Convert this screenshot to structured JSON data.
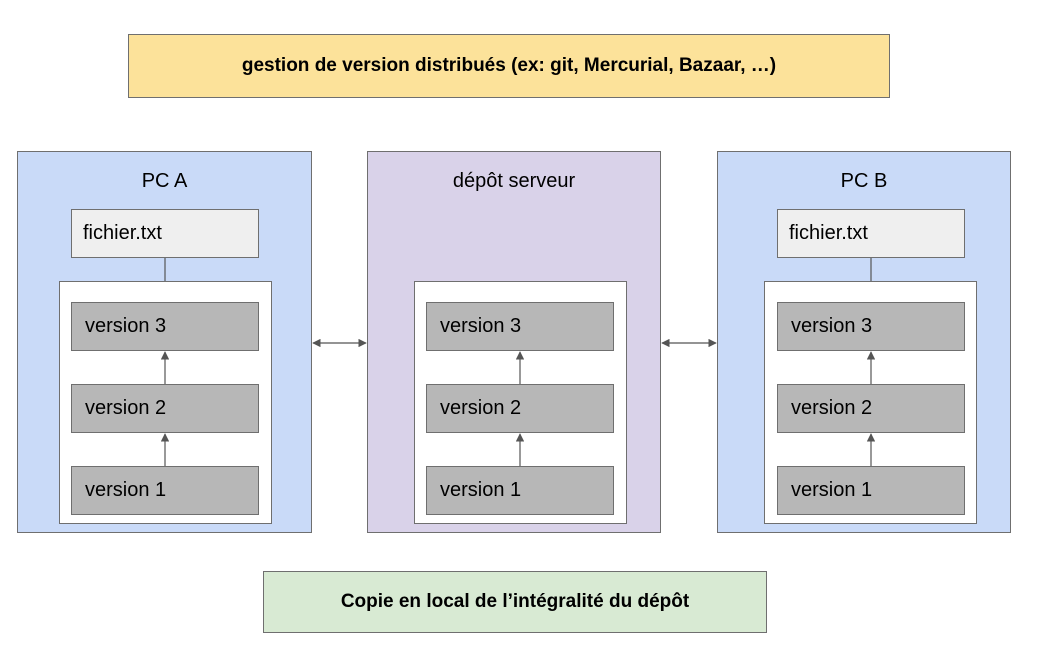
{
  "header": {
    "title": "gestion de version distribués (ex: git, Mercurial, Bazaar, …)"
  },
  "footer": {
    "caption": "Copie en local de l’intégralité du dépôt"
  },
  "pc_a": {
    "label": "PC A",
    "file": "fichier.txt",
    "versions": [
      "version 3",
      "version 2",
      "version 1"
    ]
  },
  "server": {
    "label": "dépôt serveur",
    "versions": [
      "version 3",
      "version 2",
      "version 1"
    ]
  },
  "pc_b": {
    "label": "PC B",
    "file": "fichier.txt",
    "versions": [
      "version 3",
      "version 2",
      "version 1"
    ]
  },
  "colors": {
    "title_bg": "#fce29a",
    "footer_bg": "#d8ead3",
    "pc_bg": "#c9daf8",
    "server_bg": "#d9d2e9",
    "file_bg": "#efefef",
    "version_bg": "#b7b7b7"
  }
}
